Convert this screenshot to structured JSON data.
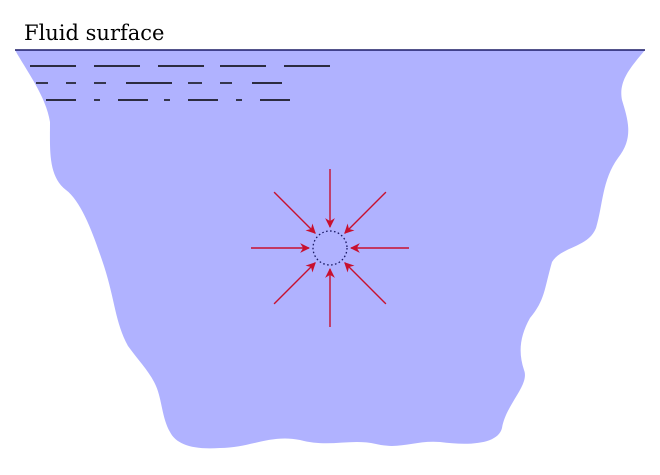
{
  "labels": {
    "surface": "Fluid surface"
  },
  "colors": {
    "fluid": "#b0b2ff",
    "surface_line": "#1a1a66",
    "arrow": "#c8102e",
    "bubble_outline": "#1a1a66",
    "ripple": "#000000"
  },
  "icons": {
    "arrows": "inward-pressure-arrow-icon",
    "bubble": "dotted-circle-icon"
  },
  "arrow_directions_deg": [
    0,
    45,
    90,
    135,
    180,
    225,
    270,
    315
  ]
}
